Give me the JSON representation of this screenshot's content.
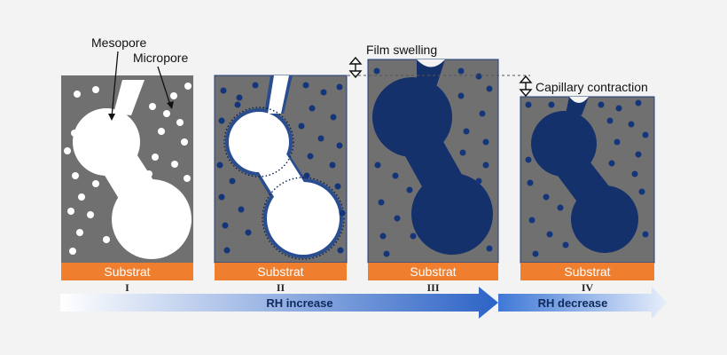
{
  "labels": {
    "mesopore": "Mesopore",
    "micropore": "Micropore",
    "film_swelling": "Film swelling",
    "capillary_contraction": "Capillary contraction"
  },
  "panels": [
    {
      "numeral": "I",
      "substrate": "Substrat"
    },
    {
      "numeral": "II",
      "substrate": "Substrat"
    },
    {
      "numeral": "III",
      "substrate": "Substrat"
    },
    {
      "numeral": "IV",
      "substrate": "Substrat"
    }
  ],
  "arrow": {
    "left_text": "RH increase",
    "right_text": "RH decrease"
  },
  "colors": {
    "film": "#707070",
    "substrate": "#ef7f2e",
    "water": "#14316c",
    "micropore_empty": "#ffffff",
    "arrow_light": "#ffffff",
    "arrow_dark": "#2c63c6"
  }
}
